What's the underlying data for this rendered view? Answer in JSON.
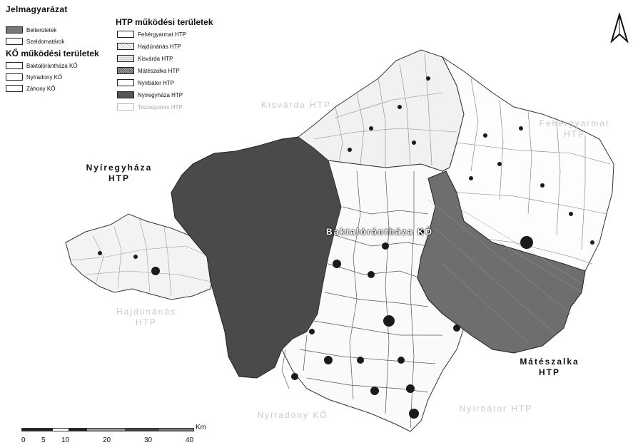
{
  "legend": {
    "title": "Jelmagyarázat",
    "built_label": "Belterületek",
    "farm_label": "Szeldomatárok",
    "ko_heading": "KŐ működési területek",
    "ko_items": [
      "Baktalórántháza KŐ",
      "Nyíradony KŐ",
      "Záhony KŐ"
    ],
    "htp_heading": "HTP működési területek",
    "htp_items": [
      "Fehérgyarmat HTP",
      "Hajdúnánás HTP",
      "Kisvárda HTP",
      "Mátészalka HTP",
      "Nyírbátor HTP",
      "Nyíregyháza HTP",
      "Tiszaújváros HTP"
    ]
  },
  "labels": {
    "nyiregyhaza": [
      "Nyíregyháza",
      "HTP"
    ],
    "baktalorant": "Baktalórántháza KŐ",
    "mateszalka": [
      "Mátészalka",
      "HTP"
    ],
    "hajdunanas_faint": [
      "Hajdúnánás",
      "HTP"
    ],
    "kisvarda_faint": "Kisvárda HTP",
    "fehergyarmat_faint": [
      "Fehérgyarmat",
      "HTP"
    ],
    "nyiradony_faint": "Nyíradony KŐ",
    "nyirbator_faint": "Nyírbátor HTP"
  },
  "scale": {
    "unit": "Km",
    "ticks": [
      "0",
      "5",
      "10",
      "20",
      "30",
      "40"
    ]
  },
  "colors": {
    "nyiregyhaza": "#4a4a4a",
    "mateszalka": "#6e6e6e",
    "built_up": "#1a1a1a",
    "boundary": "#333333"
  }
}
